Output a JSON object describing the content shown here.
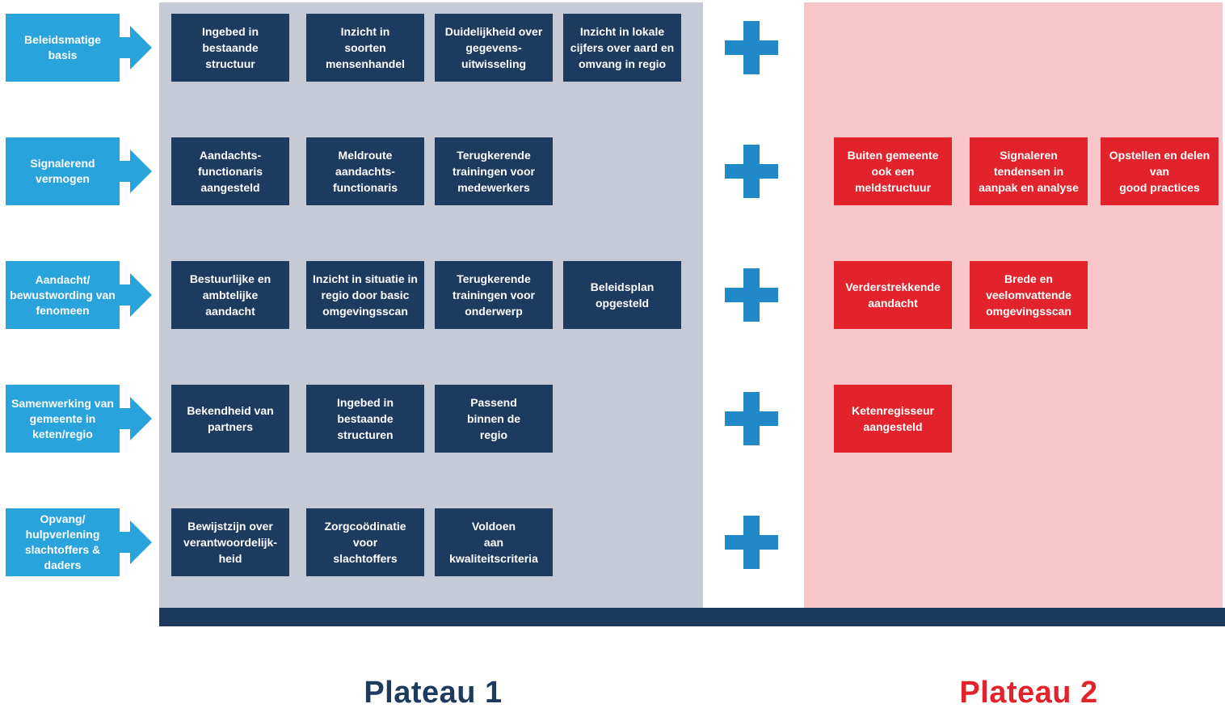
{
  "colors": {
    "label_blue": "#29a3dc",
    "plus_blue": "#2289c9",
    "navy_box": "#1d3a5f",
    "red_box": "#e2232c",
    "gray_panel": "#c6cad6",
    "pink_panel": "#f8c5c9",
    "footer_bar": "#1c3a5e"
  },
  "footer": {
    "plateau1_label": "Plateau 1",
    "plateau2_label": "Plateau 2"
  },
  "rows": [
    {
      "label": "Beleidsmatige\nbasis",
      "p1_boxes": [
        "Ingebed in\nbestaande\nstructuur",
        "Inzicht in\nsoorten\nmensenhandel",
        "Duidelijkheid over\ngegevens-\nuitwisseling",
        "Inzicht in lokale\ncijfers over aard en\nomvang in regio"
      ],
      "plus": "+",
      "p2_boxes": []
    },
    {
      "label": "Signalerend\nvermogen",
      "p1_boxes": [
        "Aandachts-\nfunctionaris\naangesteld",
        "Meldroute\naandachts-\nfunctionaris",
        "Terugkerende\ntrainingen voor\nmedewerkers"
      ],
      "plus": "+",
      "p2_boxes": [
        "Buiten gemeente\nook een\nmeldstructuur",
        "Signaleren\ntendensen  in\naanpak en analyse",
        "Opstellen en delen\nvan\ngood practices"
      ]
    },
    {
      "label": "Aandacht/\nbewustwording van\nfenomeen",
      "p1_boxes": [
        "Bestuurlijke en\nambtelijke\naandacht",
        "Inzicht in situatie in\nregio door basic\nomgevingsscan",
        "Terugkerende\ntrainingen voor\nonderwerp",
        "Beleidsplan\nopgesteld"
      ],
      "plus": "+",
      "p2_boxes": [
        "Verderstrekkende\naandacht",
        "Brede en\nveelomvattende\nomgevingsscan"
      ]
    },
    {
      "label": "Samenwerking van\ngemeente in\nketen/regio",
      "p1_boxes": [
        "Bekendheid van\npartners",
        "Ingebed in\nbestaande\nstructuren",
        "Passend\nbinnen de\nregio"
      ],
      "plus": "+",
      "p2_boxes": [
        "Ketenregisseur\naangesteld"
      ]
    },
    {
      "label": "Opvang/\nhulpverlening\nslachtoffers & daders",
      "p1_boxes": [
        "Bewijstzijn over\nverantwoordelijk-\nheid",
        "Zorgcoödinatie\nvoor\nslachtoffers",
        "Voldoen\naan\nkwaliteitscriteria"
      ],
      "plus": "+",
      "p2_boxes": []
    }
  ]
}
